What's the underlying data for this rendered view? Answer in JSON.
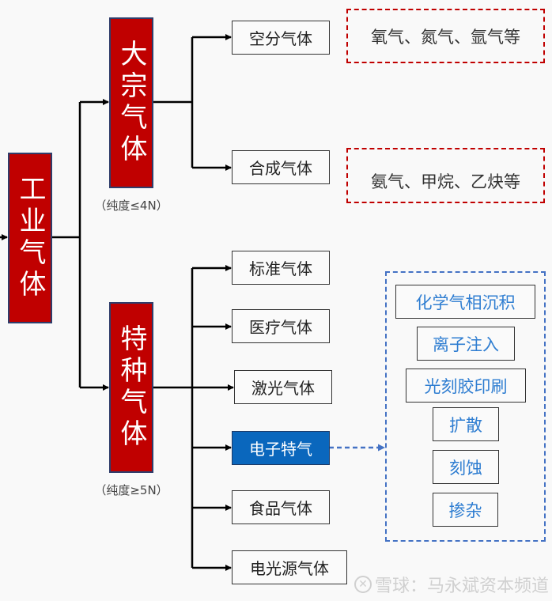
{
  "root": {
    "label": "工业气体"
  },
  "categories": [
    {
      "label": "大宗气体",
      "purity": "（纯度≤4N）",
      "children": [
        {
          "label": "空分气体",
          "examples": "氧气、氮气、氩气等"
        },
        {
          "label": "合成气体",
          "examples": "氨气、甲烷、乙炔等"
        }
      ]
    },
    {
      "label": "特种气体",
      "purity": "（纯度≥5N）",
      "children": [
        {
          "label": "标准气体"
        },
        {
          "label": "医疗气体"
        },
        {
          "label": "激光气体"
        },
        {
          "label": "电子特气",
          "highlighted": true
        },
        {
          "label": "食品气体"
        },
        {
          "label": "电光源气体"
        }
      ]
    }
  ],
  "electronic_gas_processes": [
    "化学气相沉积",
    "离子注入",
    "光刻胶印刷",
    "扩散",
    "刻蚀",
    "掺杂"
  ],
  "colors": {
    "category_fill": "#c00000",
    "highlight_fill": "#0a67bd",
    "example_border": "#c00000",
    "process_border": "#4472c4",
    "process_text": "#2e7dd1"
  },
  "watermark": {
    "icon": "xueqiu-logo-icon",
    "text": "雪球：马永斌资本频道"
  }
}
